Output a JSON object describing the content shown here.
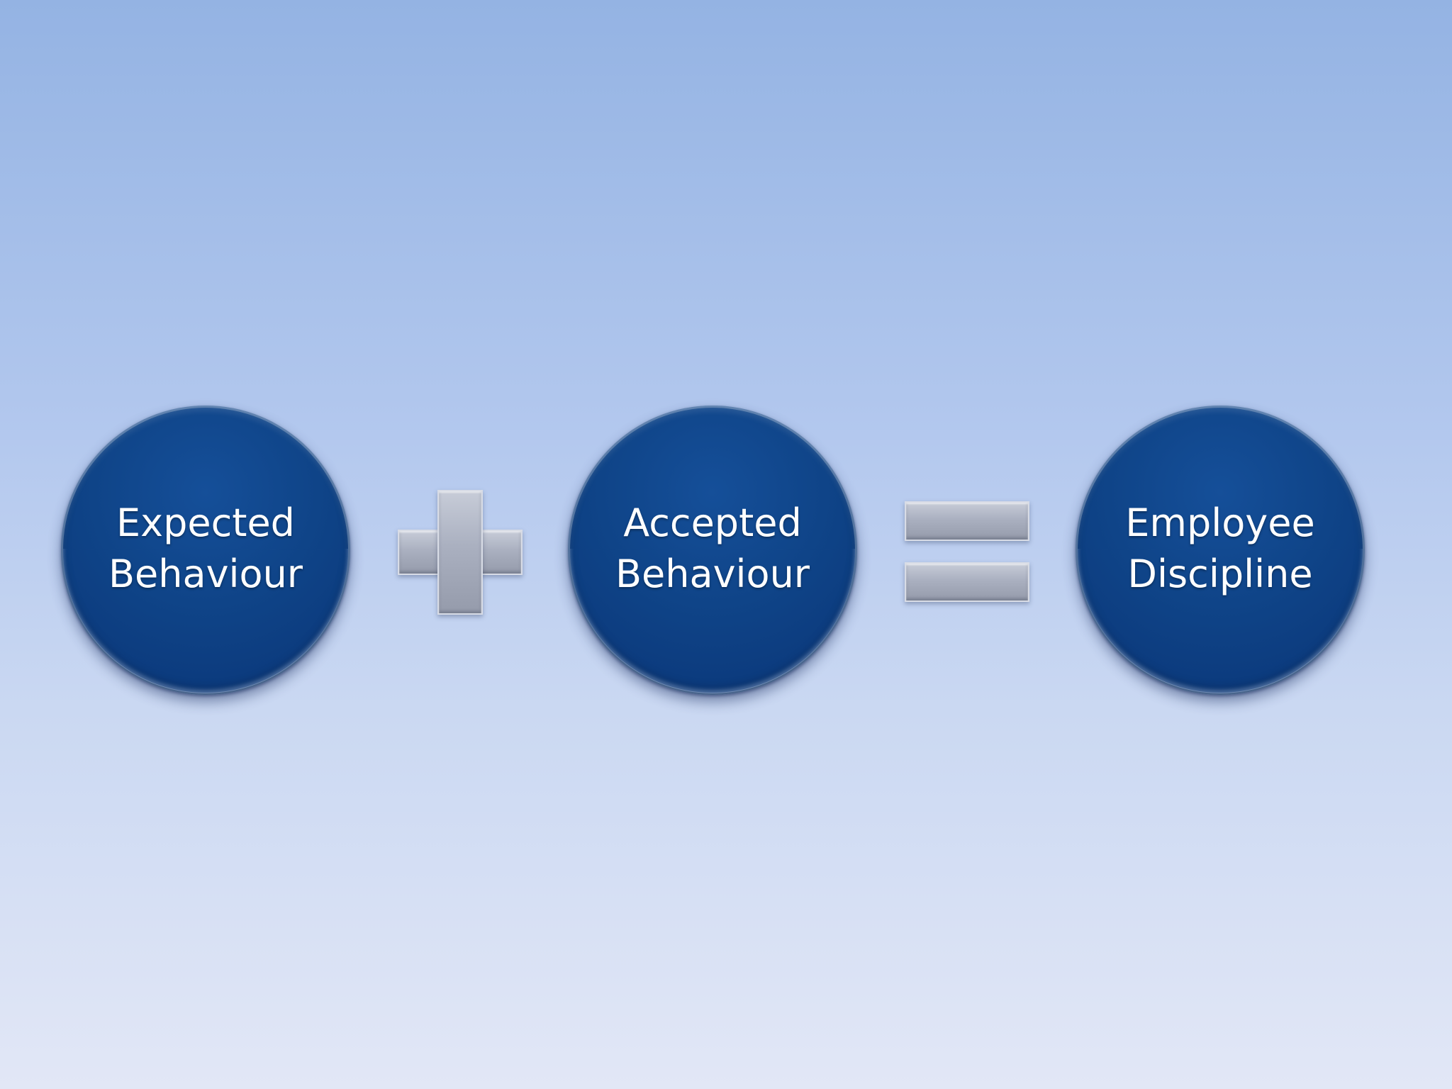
{
  "equation": {
    "terms": [
      {
        "id": "expected",
        "text": "Expected\nBehaviour"
      },
      {
        "id": "accepted",
        "text": "Accepted\nBehaviour"
      },
      {
        "id": "result",
        "text": "Employee\nDiscipline"
      }
    ],
    "operators": [
      "plus-icon",
      "equals-icon"
    ]
  },
  "colors": {
    "circle_fill": "#0f4488",
    "operator_fill": "#aab0c0",
    "background_top": "#94b3e3",
    "background_bottom": "#e2e7f6"
  }
}
